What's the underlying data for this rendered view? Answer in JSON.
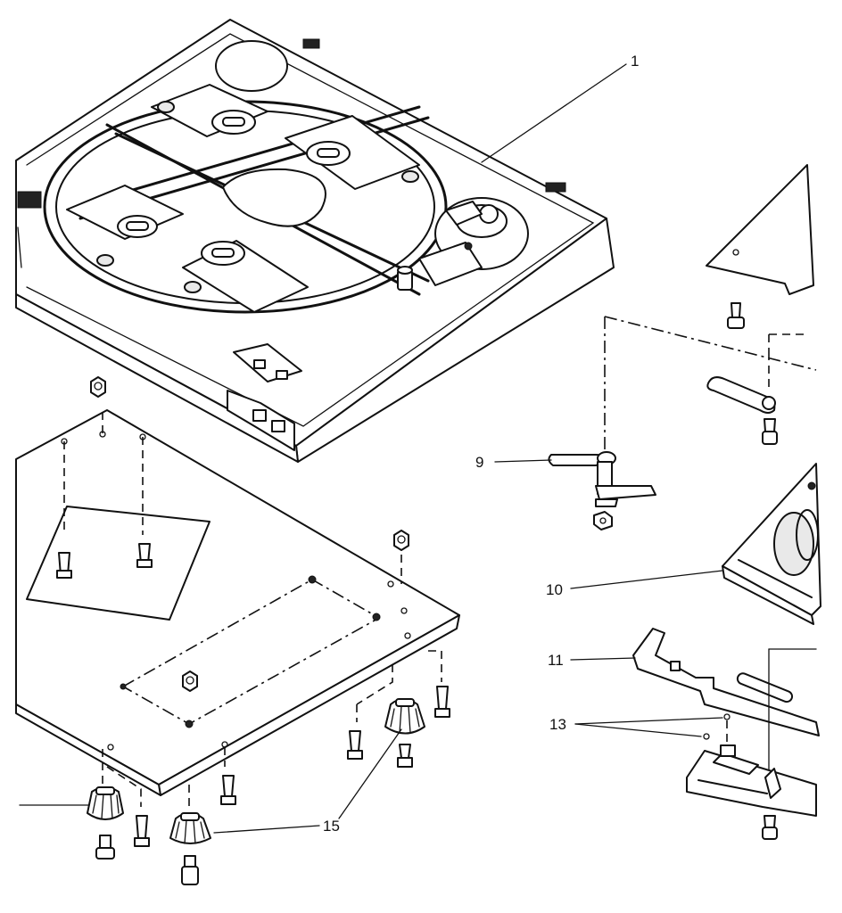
{
  "callouts": {
    "c1": "1",
    "c9": "9",
    "c10": "10",
    "c11": "11",
    "c13": "13",
    "c15": "15"
  },
  "colors": {
    "ink": "#111111",
    "paper": "#ffffff",
    "shade": "#e9e9e9"
  }
}
